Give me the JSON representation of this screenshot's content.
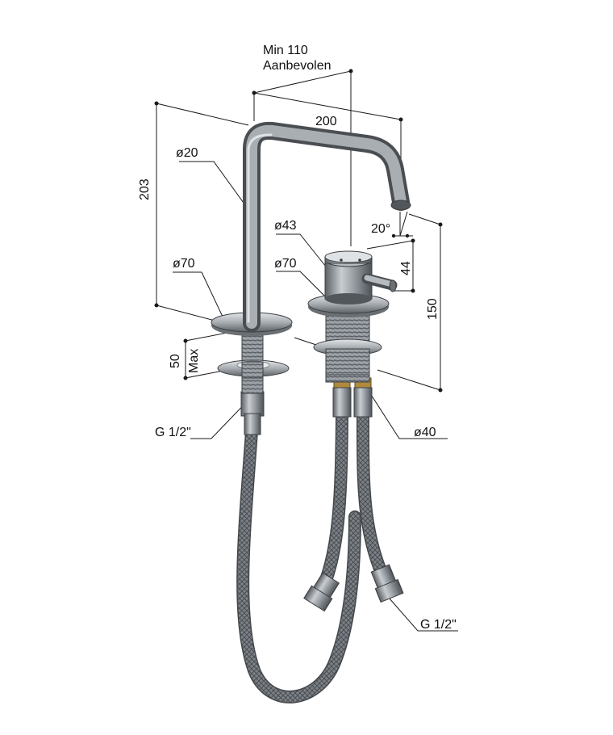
{
  "labels": {
    "min_spacing": "Min 110",
    "recommended": "Aanbevolen",
    "spout_reach": "200",
    "total_height": "203",
    "spout_diameter": "ø20",
    "spout_rosette": "ø70",
    "max_deck": "50",
    "max_word": "Max",
    "spout_connection": "G 1/2\"",
    "angle": "20°",
    "mixer_diameter": "ø43",
    "lever_height": "44",
    "mixer_rosette": "ø70",
    "mixer_height": "150",
    "mixer_thread": "ø40",
    "hose_connection": "G 1/2\""
  },
  "colors": {
    "line": "#1a1a1a",
    "steel_dark": "#4a4e52",
    "steel_mid": "#8b9096",
    "steel_light": "#d6d9dc",
    "brass": "#b08a3c"
  }
}
